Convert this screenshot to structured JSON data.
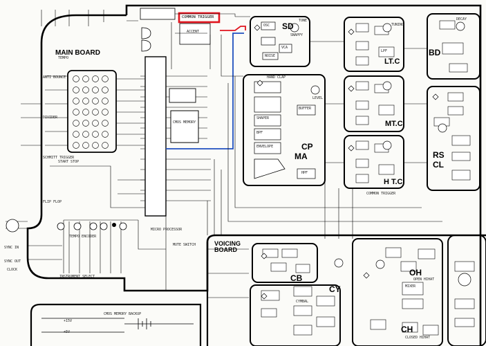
{
  "diagram": {
    "kind": "schematic",
    "boards": {
      "main": "MAIN BOARD",
      "voicing": "VOICING BOARD"
    },
    "highlight": {
      "text": "COMMON TRIGGER",
      "color": "#e0141e"
    },
    "accent_wire_colors": {
      "red": "#e0141e",
      "blue": "#1f4fbf"
    },
    "voice_labels": {
      "sd": "SD",
      "bd": "BD",
      "ltc": "LT.C",
      "mtc": "MT.C",
      "htc": "H T.C",
      "rs": "RS",
      "cl": "CL",
      "cp": "CP",
      "ma": "MA",
      "cb": "CB",
      "cy": "CY",
      "oh": "OH",
      "ch": "CH"
    },
    "small_labels": {
      "accent": "ACCENT",
      "hand_clap": "HAND CLAP",
      "cmos_memory": "CMOS MEMORY",
      "micro_processor": "MICRO PROCESSOR",
      "common_trigger_bottom": "COMMON TRIGGER",
      "cymbal": "CYMBAL",
      "open_hihat": "OPEN HIHAT",
      "closed_hihat": "CLOSED HIHAT",
      "tempo": "TEMPO",
      "start_stop": "START STOP",
      "osc": "OSC",
      "vca": "VCA",
      "buffer": "BUFFER",
      "envelope": "ENVELOPE",
      "noise": "NOISE",
      "level": "LEVEL",
      "tone": "TONE",
      "decay": "DECAY",
      "snappy": "SNAPPY",
      "tuning": "TUNING",
      "hpf": "HPF",
      "lpf": "LPF",
      "bpf": "BPF",
      "mixer": "MIXER",
      "shaper": "SHAPER",
      "cmos_battery": "CMOS MEMORY BACKUP",
      "sync_in": "SYNC IN",
      "sync_out": "SYNC OUT",
      "instrument_select": "INSTRUMENT SELECT",
      "tempo_encoder": "TEMPO ENCODER",
      "vce": "+15V",
      "vcc": "+5V",
      "clock": "CLOCK",
      "flip_flop": "FLIP FLOP",
      "anti_bounce": "ANTI BOUNCE",
      "divider": "DIVIDER",
      "schmitt": "SCHMITT TRIGGER",
      "mute_switch": "MUTE SWITCH"
    }
  }
}
